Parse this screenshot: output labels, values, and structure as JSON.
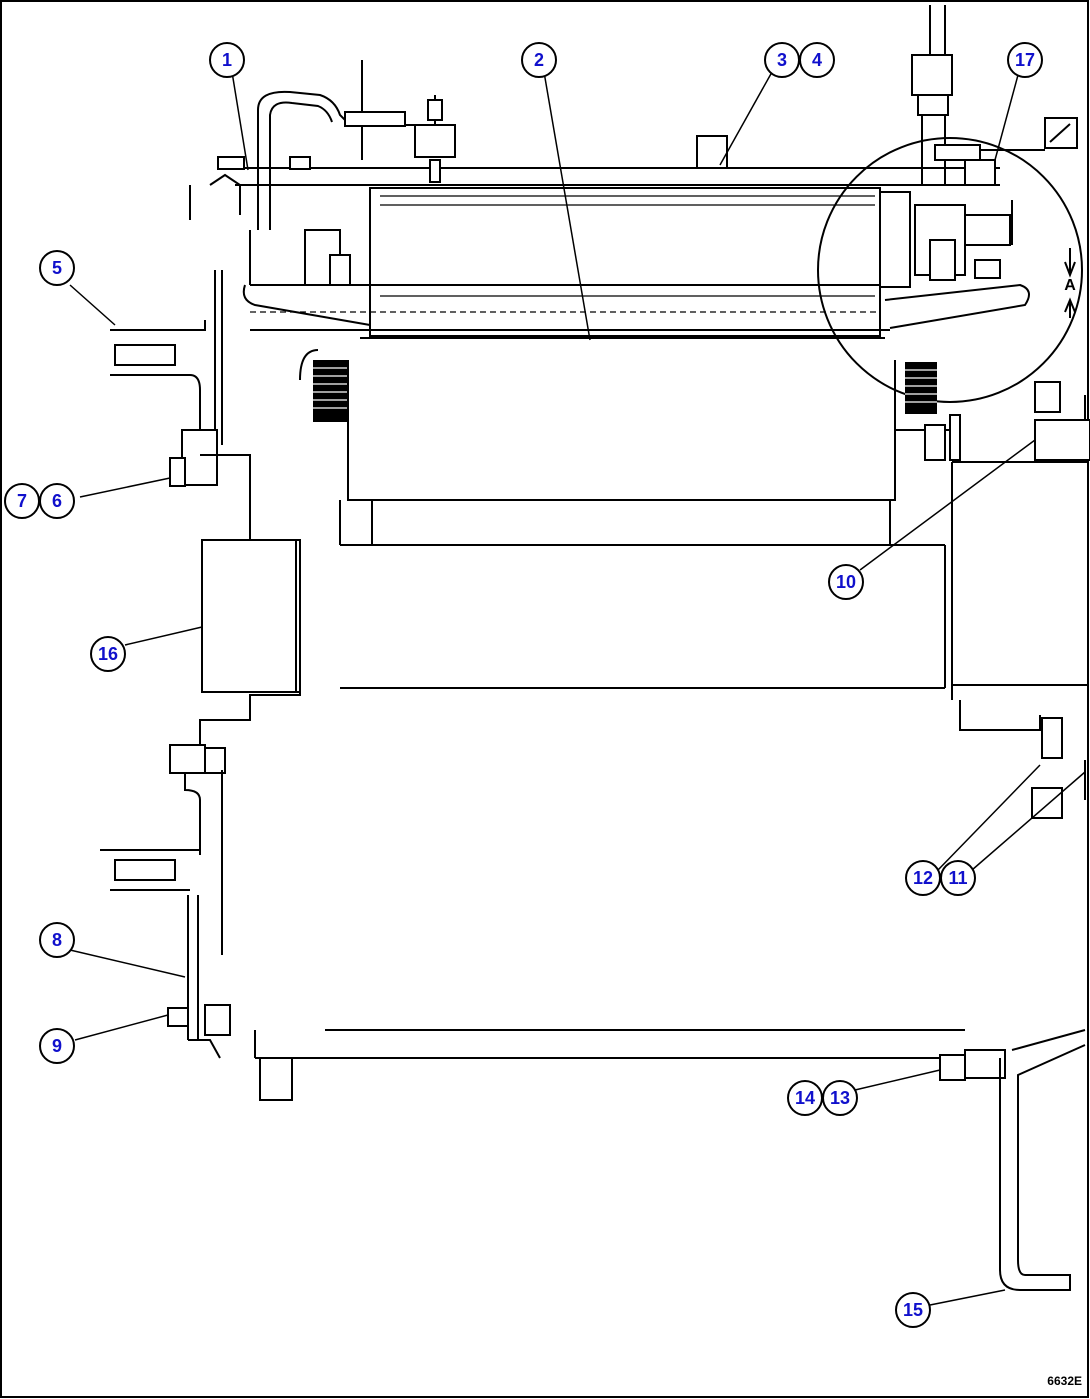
{
  "figure_id": "6632E",
  "detail_label": "A",
  "callouts": [
    {
      "num": "1"
    },
    {
      "num": "2"
    },
    {
      "num": "3"
    },
    {
      "num": "4"
    },
    {
      "num": "5"
    },
    {
      "num": "6"
    },
    {
      "num": "7"
    },
    {
      "num": "8"
    },
    {
      "num": "9"
    },
    {
      "num": "10"
    },
    {
      "num": "11"
    },
    {
      "num": "12"
    },
    {
      "num": "13"
    },
    {
      "num": "14"
    },
    {
      "num": "15"
    },
    {
      "num": "16"
    },
    {
      "num": "17"
    }
  ],
  "colors": {
    "callout_text": "#1010cc",
    "line": "#000000",
    "background": "#ffffff"
  }
}
